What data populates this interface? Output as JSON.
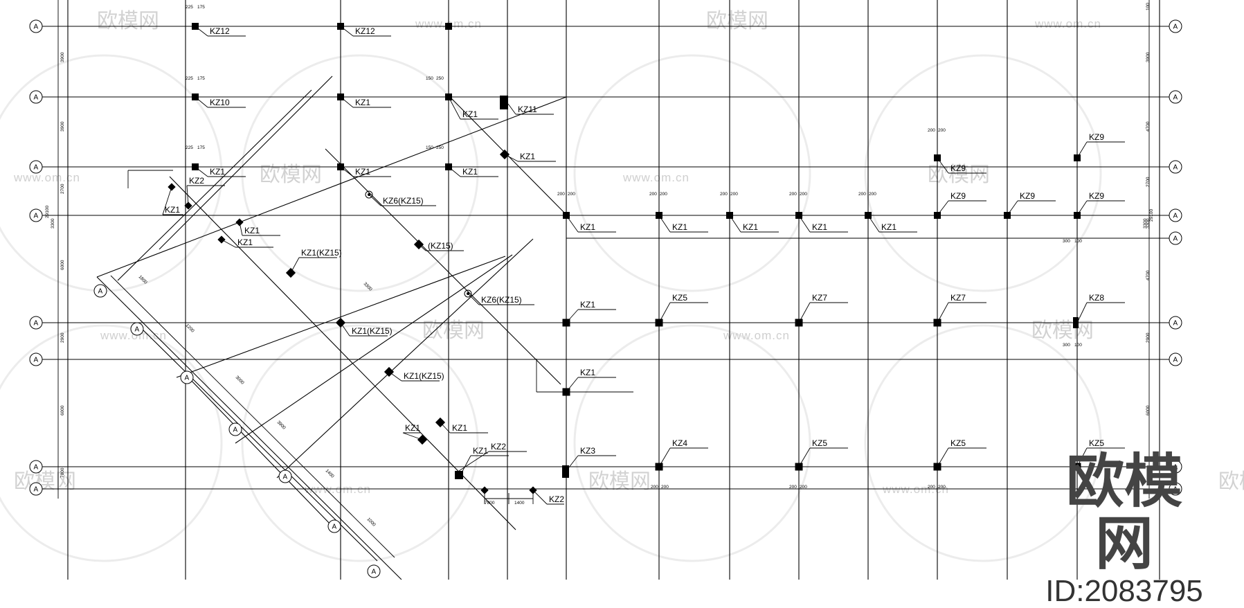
{
  "plan": {
    "axis_bubble_text": "A",
    "labels": [
      "KZ1",
      "KZ2",
      "KZ3",
      "KZ4",
      "KZ5",
      "KZ6(KZ15)",
      "KZ7",
      "KZ8",
      "KZ9",
      "KZ10",
      "KZ11",
      "KZ12",
      "KZ1(KZ15)",
      "(KZ15)",
      "KZ10"
    ],
    "dimension_texts": [
      "225",
      "175",
      "150",
      "250",
      "200",
      "300",
      "100",
      "3900",
      "2700",
      "6000",
      "6100",
      "2900",
      "4700",
      "3300",
      "29100",
      "1200",
      "1500",
      "1800",
      "3000",
      "3900",
      "7800",
      "1400",
      "1000",
      "3300"
    ]
  },
  "watermark": {
    "site": "www.om.cn",
    "logo": "欧模网"
  },
  "brand": {
    "logo": "欧模网",
    "id": "ID:2083795"
  }
}
